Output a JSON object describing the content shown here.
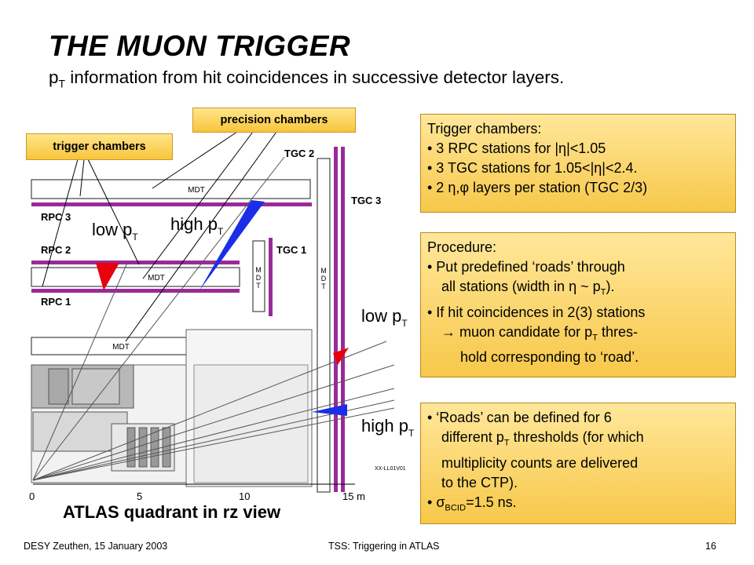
{
  "slide": {
    "title": "THE MUON TRIGGER",
    "subtitle_base": "p",
    "subtitle_sub": "T",
    "subtitle_rest": " information from hit coincidences in successive detector layers."
  },
  "callouts": {
    "precision": "precision chambers",
    "trigger": "trigger chambers"
  },
  "box1": {
    "heading": "Trigger chambers:",
    "line1_pre": "• 3 RPC stations for |",
    "line1_sym": "η",
    "line1_post": "|<1.05",
    "line2_pre": "• 3 TGC stations for 1.05<|",
    "line2_sym": "η",
    "line2_post": "|<2.4.",
    "line3_pre": "• 2 ",
    "line3_sym": "η,φ",
    "line3_post": " layers per station (TGC 2/3)"
  },
  "box2": {
    "heading": "Procedure:",
    "l1": "• Put predefined ‘roads’ through",
    "l2_pre": "all stations (width in ",
    "l2_sym": "η",
    "l2_mid": " ~ p",
    "l2_sub": "T",
    "l2_post": ").",
    "l3": "• If hit coincidences in 2(3) stations",
    "l4_arrow": "→",
    "l4_pre": " muon candidate for p",
    "l4_sub": "T",
    "l4_post": " thres-",
    "l5": "hold corresponding to ‘road’."
  },
  "box3": {
    "l1": "• ‘Roads’ can be defined for 6",
    "l2_pre": "different p",
    "l2_sub": "T",
    "l2_post": " thresholds (for which",
    "l3": "multiplicity counts are delivered",
    "l4": "to the CTP).",
    "l5_pre": "• ",
    "l5_sym": "σ",
    "l5_sub": "BCID",
    "l5_post": "=1.5 ns."
  },
  "diagram": {
    "labels": {
      "mdt": "MDT",
      "mdt_v1": "M",
      "mdt_v2": "D",
      "mdt_v3": "T",
      "rpc1": "RPC 1",
      "rpc2": "RPC 2",
      "rpc3": "RPC 3",
      "tgc1": "TGC 1",
      "tgc2": "TGC 2",
      "tgc3": "TGC 3",
      "low_pt": "low p",
      "high_pt": "high p",
      "pt_sub": "T",
      "code": "XX-LL01V01"
    },
    "axis_ticks": [
      "0",
      "5",
      "10",
      "15 m"
    ],
    "colors": {
      "red": "#e8000a",
      "blue": "#1a2ee8",
      "magenta": "#9a2a9a",
      "gray": "#d8d8d8"
    }
  },
  "caption": "ATLAS quadrant in rz view",
  "footer": {
    "left": "DESY Zeuthen, 15 January 2003",
    "center": "TSS: Triggering in ATLAS",
    "right": "16"
  }
}
